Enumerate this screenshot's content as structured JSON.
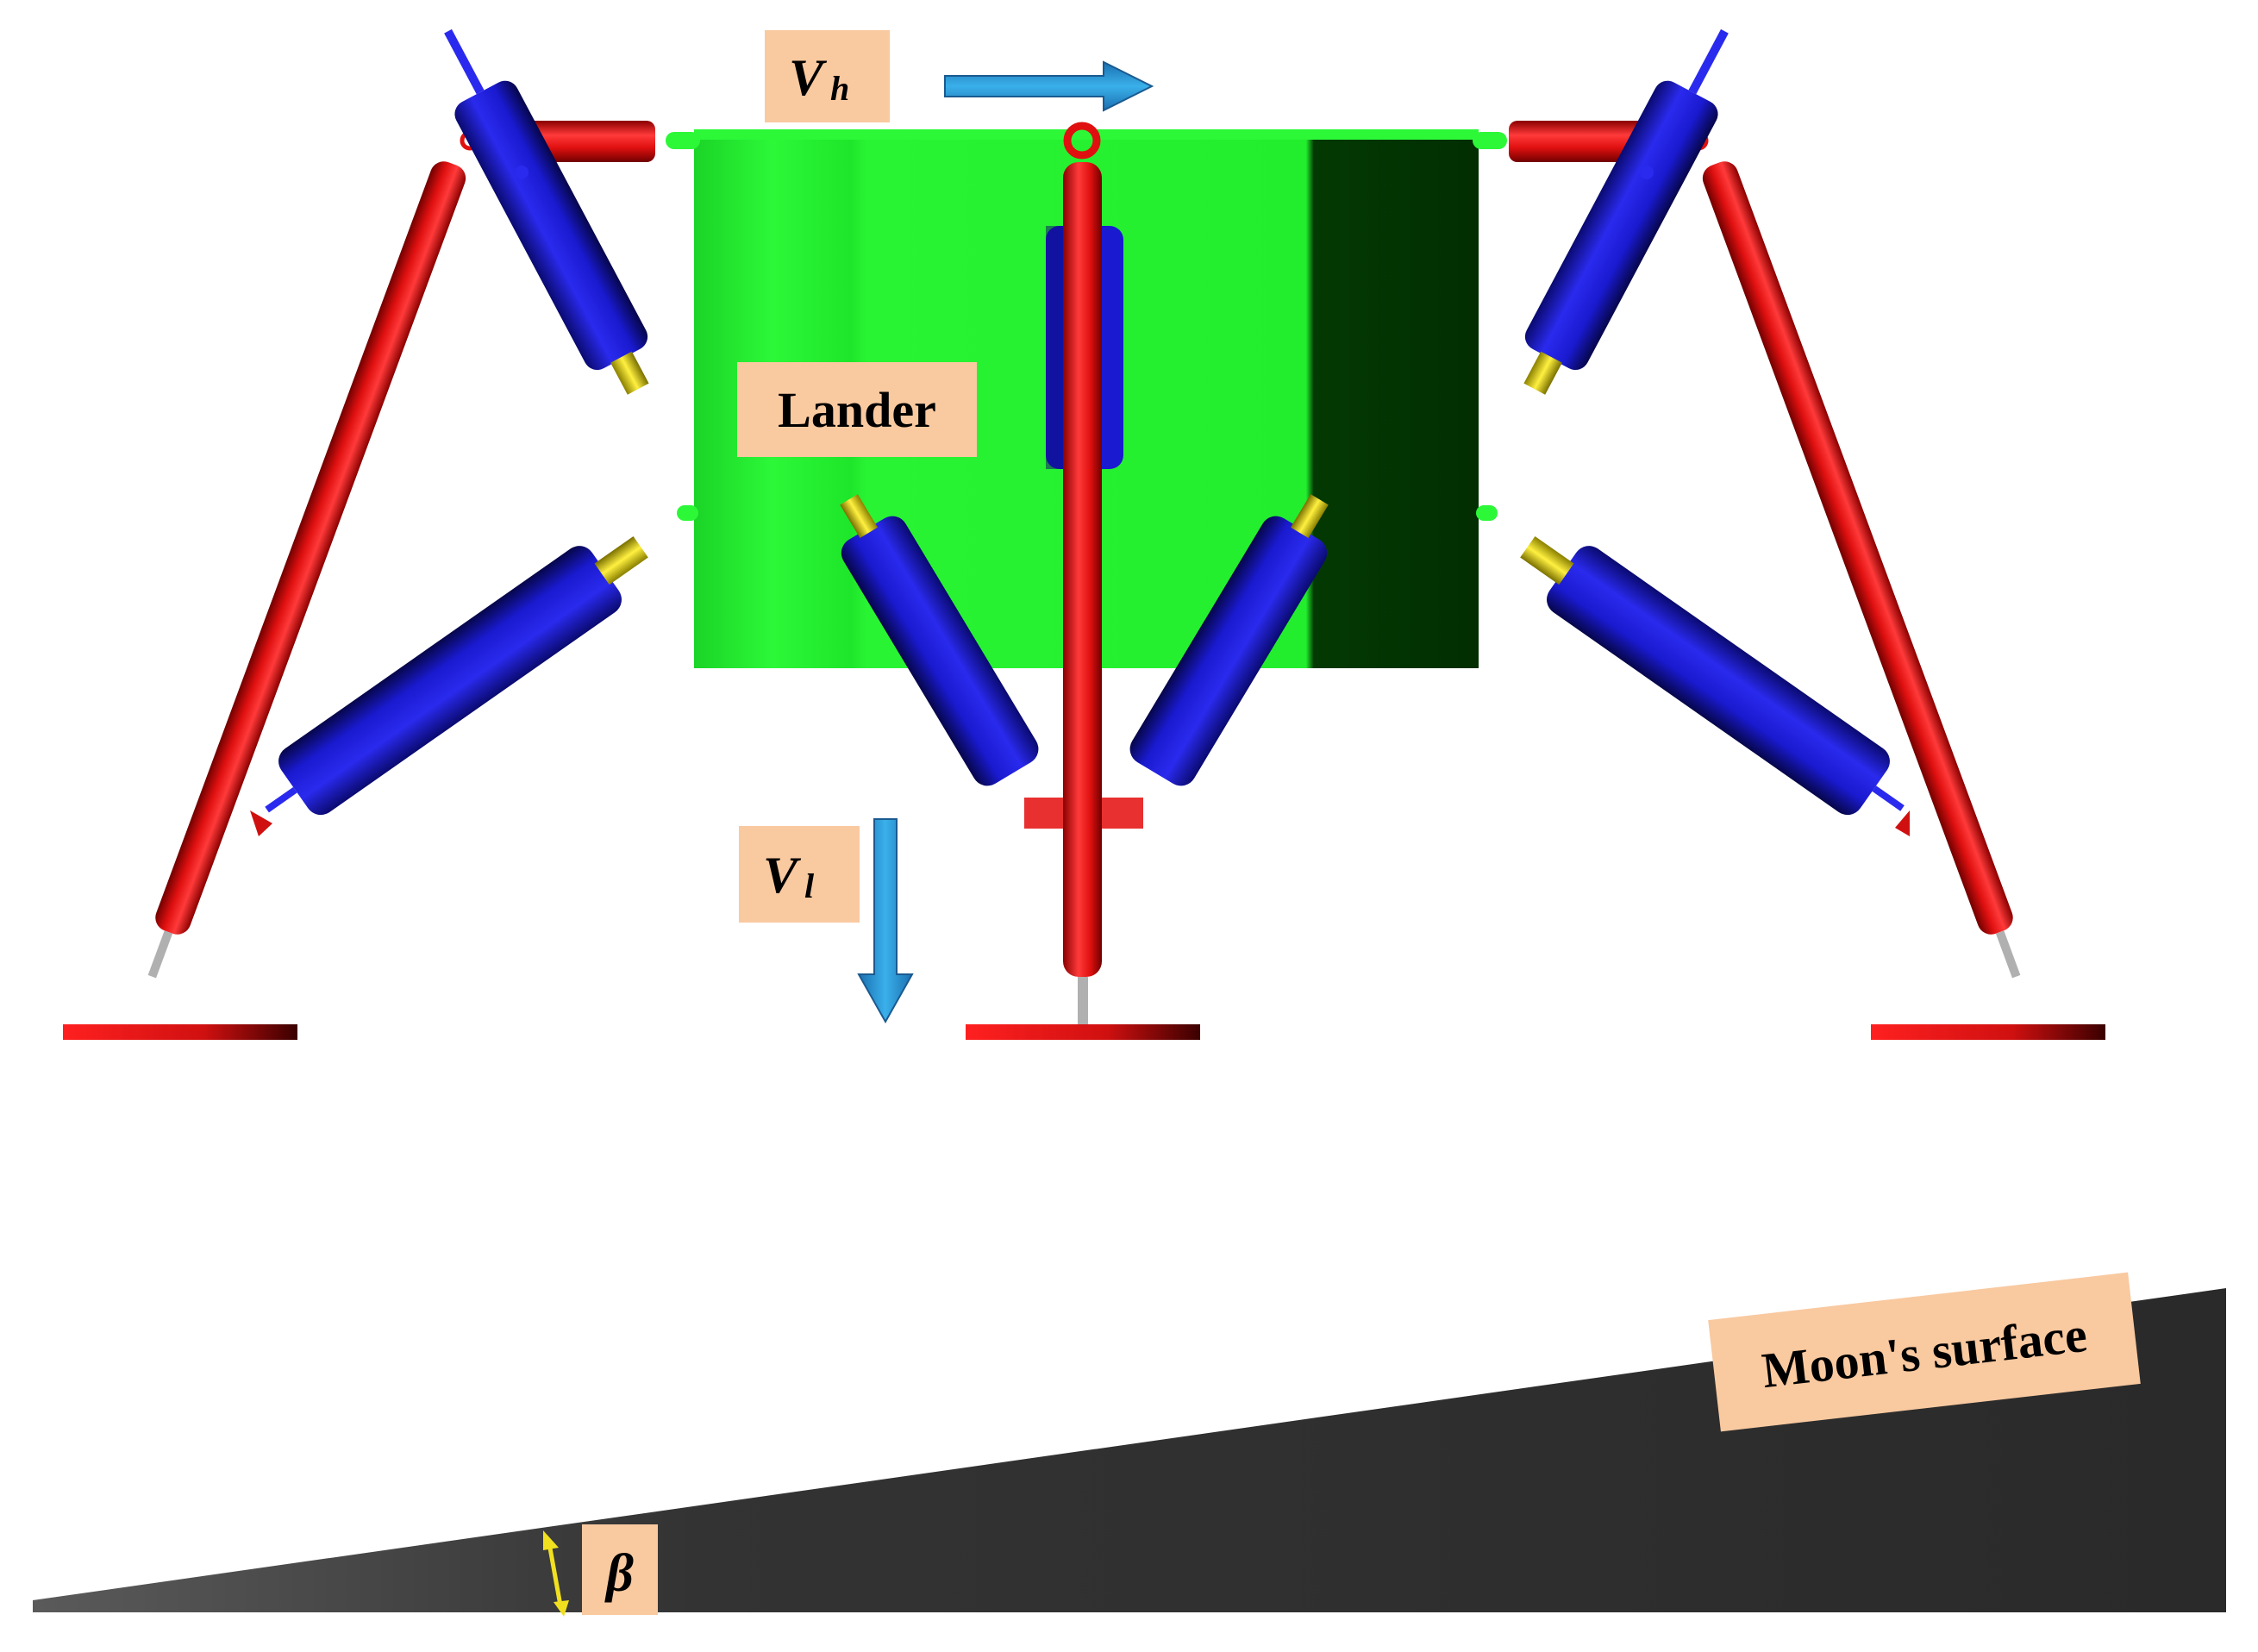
{
  "labels": {
    "velocity_horizontal": {
      "main": "V",
      "sub": "h"
    },
    "velocity_vertical": {
      "main": "V",
      "sub": "l"
    },
    "lander": "Lander",
    "surface": "Moon's surface",
    "slope_angle": "β"
  },
  "colors": {
    "label_box": "#f9c9a0",
    "body_light": "#1ee62a",
    "body_bright": "#27f232",
    "body_dark": "#033903",
    "leg_red": "#e01010",
    "damper_blue": "#1a1ad0",
    "joint_yellow": "#e6dc12",
    "arrow_blue": "#2a9ad8",
    "surface_dark": "#303030",
    "angle_arrow": "#f0e020"
  }
}
